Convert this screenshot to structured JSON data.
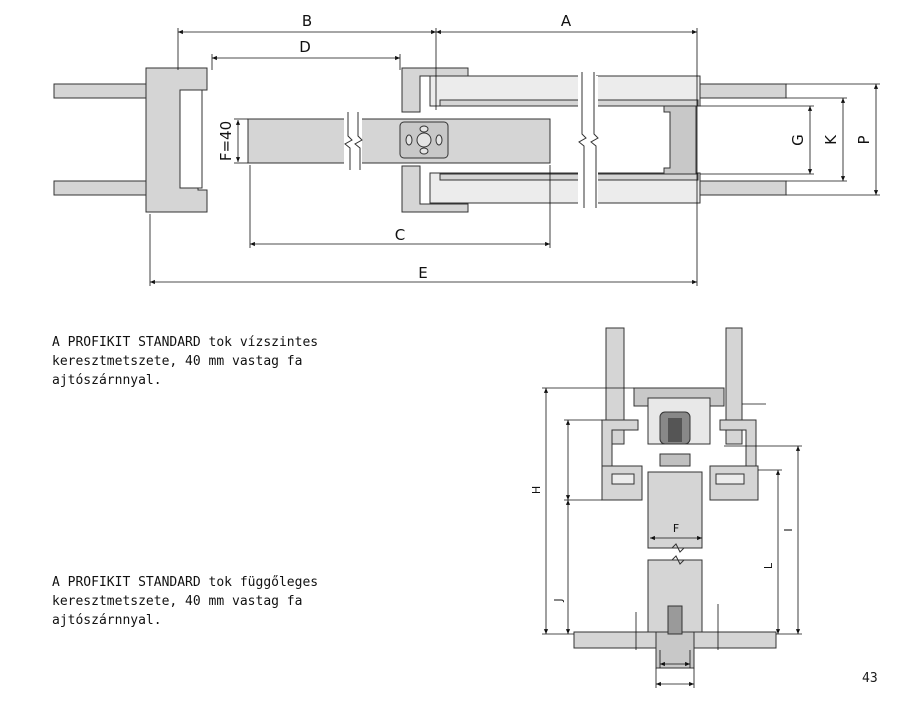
{
  "captions": {
    "horizontal": [
      "A PROFIKIT STANDARD tok vízszintes",
      "keresztmetszete, 40 mm vastag fa",
      "ajtószárnnyal."
    ],
    "vertical": [
      "A PROFIKIT STANDARD tok függőleges",
      "keresztmetszete, 40 mm vastag fa",
      "ajtószárnnyal."
    ]
  },
  "page_number": "43",
  "labels": {
    "A": "A",
    "B": "B",
    "C": "C",
    "D": "D",
    "E": "E",
    "F40": "F=40",
    "G": "G",
    "K": "K",
    "P": "P",
    "H": "H",
    "I": "I",
    "J": "J",
    "L": "L",
    "F": "F"
  },
  "colors": {
    "fill": "#d5d5d5",
    "stroke": "#333333"
  }
}
